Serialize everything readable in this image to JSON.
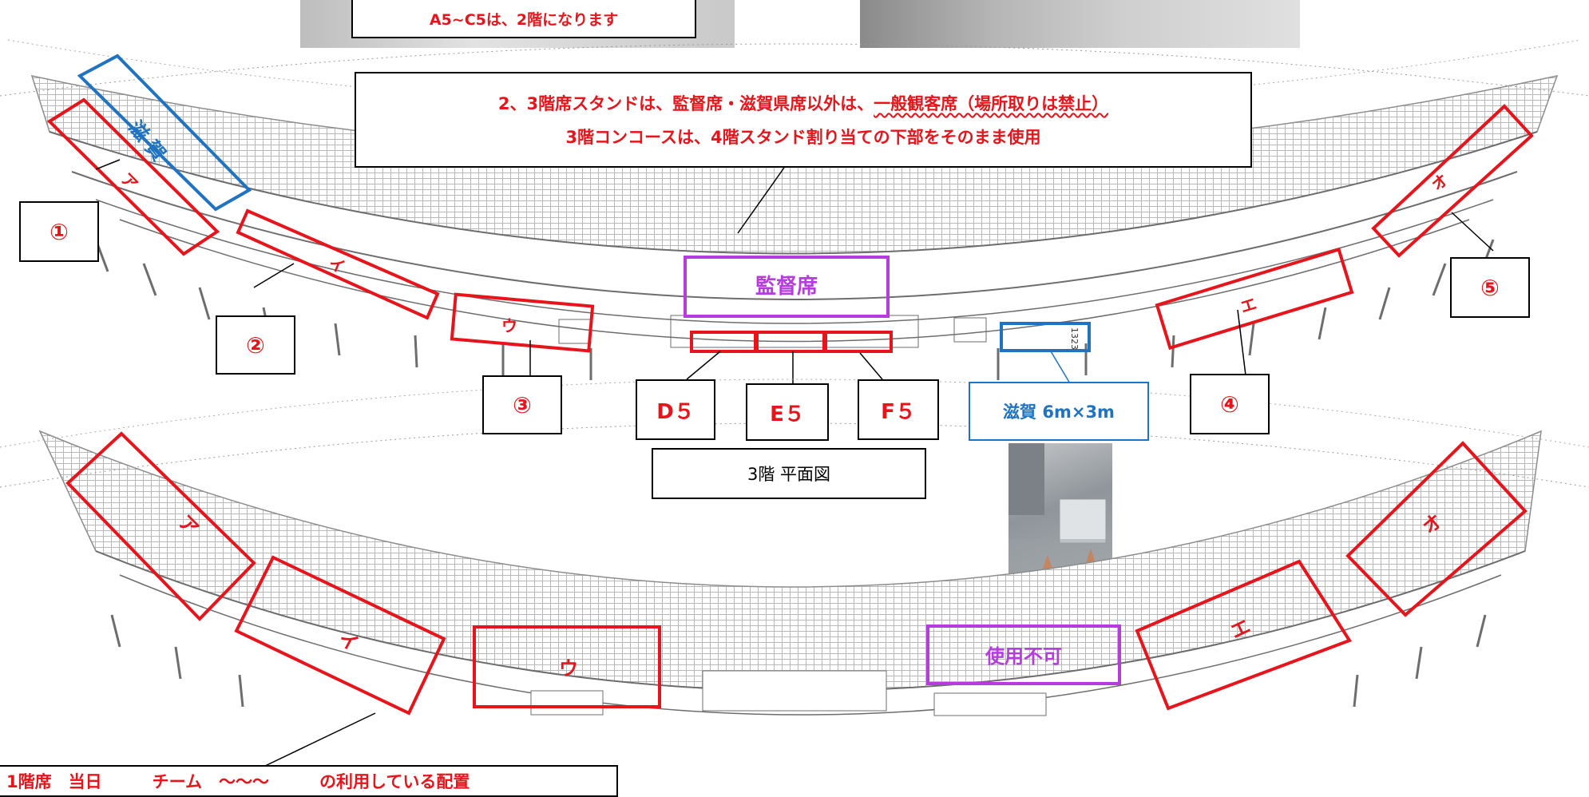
{
  "colors": {
    "red": "#e8141b",
    "blue": "#1f73c2",
    "purple": "#b63ce0",
    "structure": "#6d6d6d",
    "seating": "#b7b7b7"
  },
  "notes": {
    "floor_note": "A5~C5は、2階になります",
    "stand_line1_prefix": "2、3階席スタンドは、監督席・滋賀県席以外は、",
    "stand_line1_underlined": "一般観客席（場所取りは禁止）",
    "stand_line2": "3階コンコースは、4階スタンド割り当ての下部をそのまま使用",
    "bottom_partial": "1階席　当日　　　チーム　～～～　　　の利用している配置"
  },
  "floor3": {
    "title": "3階  平面図",
    "zones": [
      "ア",
      "イ",
      "ウ",
      "エ",
      "オ"
    ],
    "shiga_label": "滋 賀",
    "director_label": "監督席",
    "callouts": [
      "①",
      "②",
      "③",
      "④",
      "⑤"
    ],
    "bottom_labels": [
      "D５",
      "E５",
      "F５"
    ],
    "shiga_size": "滋賀  6m×3m",
    "room_number": "1323"
  },
  "floor4": {
    "zones": [
      "ア",
      "イ",
      "ウ",
      "エ",
      "オ"
    ],
    "unavailable_label": "使用不可"
  }
}
